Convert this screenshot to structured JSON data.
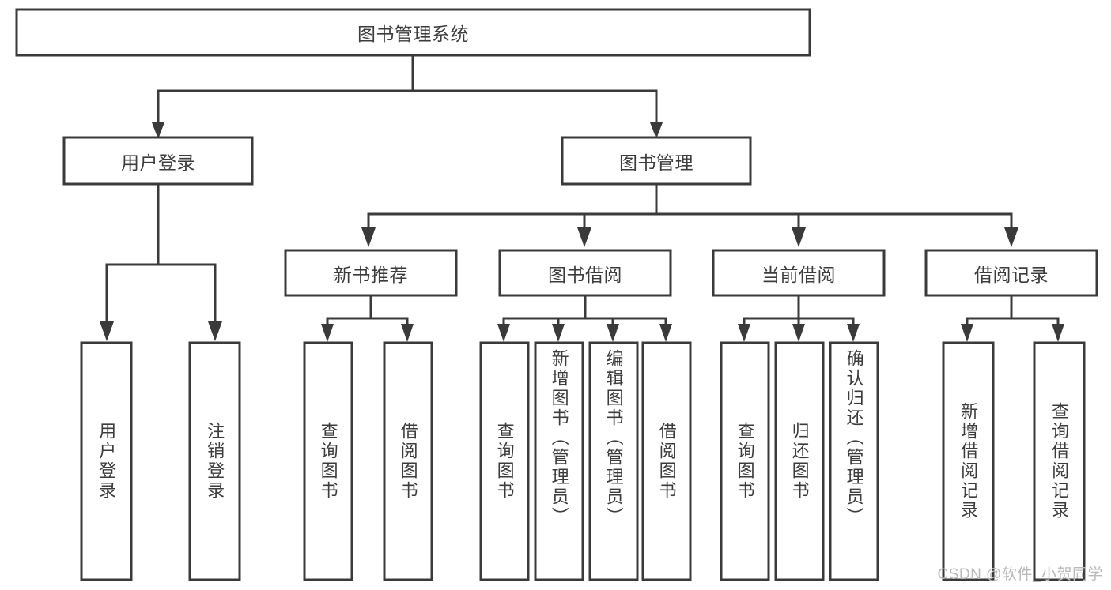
{
  "diagram": {
    "title": "图书管理系统",
    "type": "tree",
    "watermark": "CSDN @软件_小贺同学",
    "colors": {
      "stroke": "#3a3a3a",
      "box_fill": "#ffffff",
      "text": "#3c3c3c",
      "background": "#ffffff",
      "watermark": "#b9b9b9"
    },
    "levels": {
      "root": {
        "label": "图书管理系统"
      },
      "level2": [
        {
          "label": "用户登录"
        },
        {
          "label": "图书管理"
        }
      ],
      "level3": [
        {
          "label": "新书推荐"
        },
        {
          "label": "图书借阅"
        },
        {
          "label": "当前借阅"
        },
        {
          "label": "借阅记录"
        }
      ],
      "leaves_user_login": [
        {
          "label": "用户登录"
        },
        {
          "label": "注销登录"
        }
      ],
      "leaves_new_book": [
        {
          "label": "查询图书"
        },
        {
          "label": "借阅图书"
        }
      ],
      "leaves_borrow": [
        {
          "label": "查询图书"
        },
        {
          "label": "新增图书（管理员）"
        },
        {
          "label": "编辑图书（管理员）"
        },
        {
          "label": "借阅图书"
        }
      ],
      "leaves_current": [
        {
          "label": "查询图书"
        },
        {
          "label": "归还图书"
        },
        {
          "label": "确认归还（管理员）"
        }
      ],
      "leaves_records": [
        {
          "label": "新增借阅记录"
        },
        {
          "label": "查询借阅记录"
        }
      ]
    }
  }
}
